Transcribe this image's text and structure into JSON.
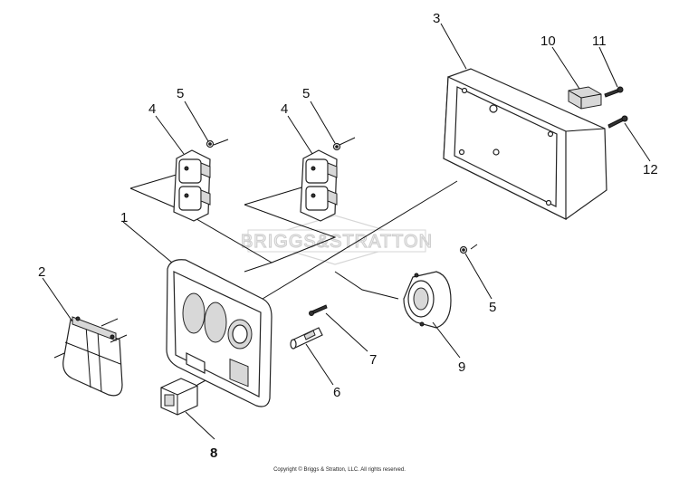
{
  "diagram": {
    "watermark_text": "BRIGGS&STRATTON",
    "copyright": "Copyright © Briggs & Stratton, LLC. All rights reserved.",
    "callouts": {
      "c1": "1",
      "c2": "2",
      "c3": "3",
      "c4a": "4",
      "c4b": "4",
      "c5a": "5",
      "c5b": "5",
      "c5c": "5",
      "c6": "6",
      "c7": "7",
      "c8": "8",
      "c9": "9",
      "c10": "10",
      "c11": "11",
      "c12": "12"
    }
  }
}
